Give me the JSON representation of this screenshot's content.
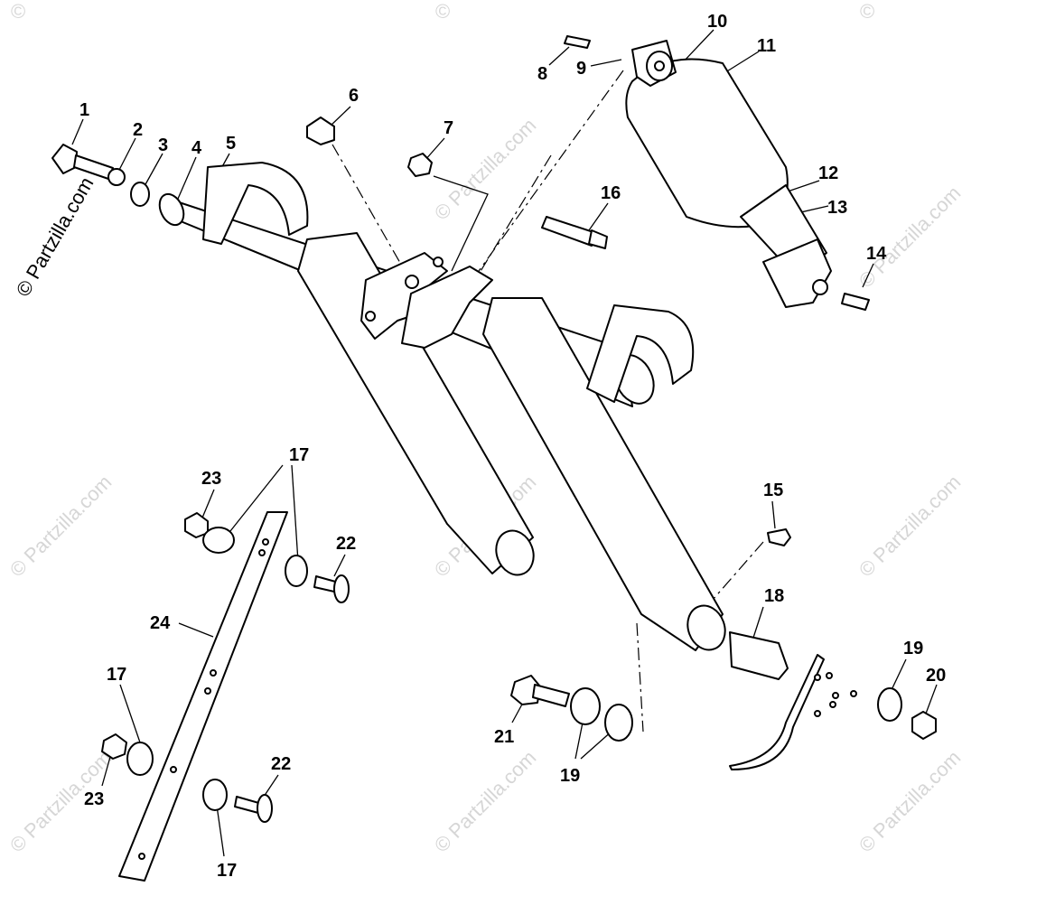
{
  "watermark": {
    "text": "© Partzilla.com",
    "corner_text": "©"
  },
  "callouts": [
    {
      "id": "c1",
      "label": "1"
    },
    {
      "id": "c2",
      "label": "2"
    },
    {
      "id": "c3",
      "label": "3"
    },
    {
      "id": "c4",
      "label": "4"
    },
    {
      "id": "c5",
      "label": "5"
    },
    {
      "id": "c6",
      "label": "6"
    },
    {
      "id": "c7",
      "label": "7"
    },
    {
      "id": "c8",
      "label": "8"
    },
    {
      "id": "c9",
      "label": "9"
    },
    {
      "id": "c10",
      "label": "10"
    },
    {
      "id": "c11",
      "label": "11"
    },
    {
      "id": "c12",
      "label": "12"
    },
    {
      "id": "c13",
      "label": "13"
    },
    {
      "id": "c14",
      "label": "14"
    },
    {
      "id": "c15",
      "label": "15"
    },
    {
      "id": "c16",
      "label": "16"
    },
    {
      "id": "c17a",
      "label": "17"
    },
    {
      "id": "c17b",
      "label": "17"
    },
    {
      "id": "c17c",
      "label": "17"
    },
    {
      "id": "c18",
      "label": "18"
    },
    {
      "id": "c19a",
      "label": "19"
    },
    {
      "id": "c19b",
      "label": "19"
    },
    {
      "id": "c20",
      "label": "20"
    },
    {
      "id": "c21",
      "label": "21"
    },
    {
      "id": "c22a",
      "label": "22"
    },
    {
      "id": "c22b",
      "label": "22"
    },
    {
      "id": "c23a",
      "label": "23"
    },
    {
      "id": "c23b",
      "label": "23"
    },
    {
      "id": "c24",
      "label": "24"
    }
  ]
}
